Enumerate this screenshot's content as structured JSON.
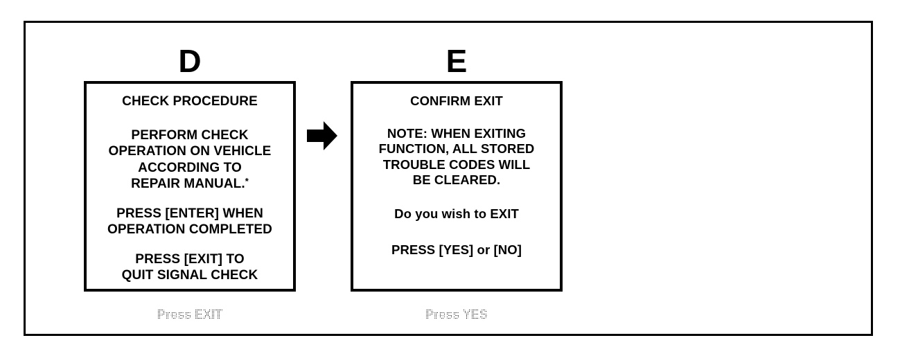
{
  "figure": {
    "panels": [
      {
        "letter": "D",
        "caption": "Press EXIT",
        "screen": {
          "title": "CHECK PROCEDURE",
          "blocks": [
            {
              "lines": [
                "PERFORM CHECK",
                "OPERATION ON VEHICLE",
                "ACCORDING TO",
                "REPAIR MANUAL."
              ],
              "footnote_marker": "*"
            },
            {
              "lines": [
                "PRESS [ENTER] WHEN",
                "OPERATION COMPLETED"
              ]
            },
            {
              "lines": [
                "PRESS [EXIT] TO",
                "QUIT SIGNAL CHECK"
              ]
            }
          ]
        }
      },
      {
        "letter": "E",
        "caption": "Press YES",
        "screen": {
          "title": "CONFIRM EXIT",
          "blocks": [
            {
              "lines": [
                "NOTE: WHEN EXITING",
                "FUNCTION, ALL STORED",
                "TROUBLE CODES WILL",
                "BE CLEARED."
              ]
            },
            {
              "lines": [
                "Do you wish to EXIT"
              ]
            },
            {
              "lines": [
                "PRESS [YES] or [NO]"
              ]
            }
          ]
        }
      }
    ],
    "arrow": {
      "icon": "right-arrow-icon",
      "direction": "right",
      "color": "#000000"
    },
    "colors": {
      "ink": "#000000",
      "paper": "#ffffff"
    }
  }
}
